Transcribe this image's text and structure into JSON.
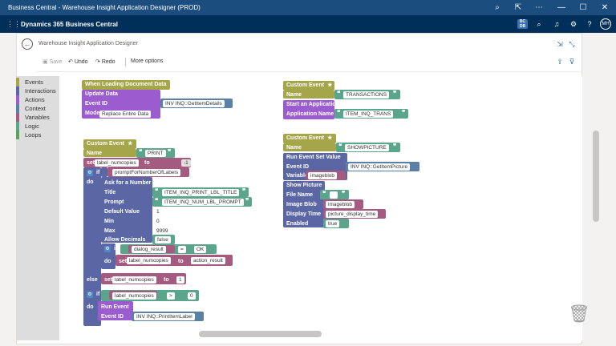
{
  "window": {
    "title": "Business Central - Warehouse Insight Application Designer (PROD)"
  },
  "app": {
    "name": "Dynamics 365 Business Central",
    "badge": "BC DB",
    "avatar": "MH"
  },
  "page": {
    "title": "Warehouse Insight Application Designer"
  },
  "commands": {
    "save": "Save",
    "undo": "Undo",
    "redo": "Redo",
    "more": "More options"
  },
  "toolbox": [
    {
      "label": "Events",
      "color": "#a5a54a"
    },
    {
      "label": "Interactions",
      "color": "#5b67a5"
    },
    {
      "label": "Actions",
      "color": "#9a5ccf"
    },
    {
      "label": "Context",
      "color": "#5b80a5"
    },
    {
      "label": "Variables",
      "color": "#a55b80"
    },
    {
      "label": "Logic",
      "color": "#5ba58c"
    },
    {
      "label": "Loops",
      "color": "#5ba55b"
    }
  ],
  "blocks": {
    "load": {
      "header": "When Loading Document Data",
      "update": "Update Data",
      "event_id_label": "Event ID",
      "event_id": "INV INQ::GetItemDetails",
      "mode_label": "Mode",
      "mode": "Replace Entire Data"
    },
    "trans": {
      "header": "Custom Event",
      "name_label": "Name",
      "name": "TRANSACTIONS",
      "start": "Start an Application",
      "app_label": "Application Name",
      "app": "ITEM_INQ_TRANS"
    },
    "pic": {
      "header": "Custom Event",
      "name_label": "Name",
      "name": "SHOWPICTURE",
      "run": "Run Event Set Value",
      "event_id_label": "Event ID",
      "event_id": "INV INQ::GetItemPicture",
      "var_label": "Variable",
      "var": "imageblob",
      "show": "Show Picture",
      "file_label": "File Name",
      "file": "",
      "blob_label": "Image Blob",
      "blob": "imageblob",
      "time_label": "Display Time",
      "time": "picture_display_time",
      "enabled_label": "Enabled",
      "enabled": "true"
    },
    "print": {
      "header": "Custom Event",
      "name_label": "Name",
      "name": "PRINT",
      "set": "set",
      "to": "to",
      "var1": "label_numcopies",
      "val1": "-1",
      "if": "if",
      "do": "do",
      "cond1": "promptForNumberOfLabels",
      "ask": "Ask for a Number",
      "title_label": "Title",
      "title": "ITEM_INQ_PRINT_LBL_TITLE",
      "prompt_label": "Prompt",
      "prompt": "ITEM_INQ_NUM_LBL_PROMPT",
      "default_label": "Default Value",
      "default": "1",
      "min_label": "Min",
      "min": "0",
      "max_label": "Max",
      "max": "9999",
      "dec_label": "Allow Decimals",
      "dec": "false",
      "cond2a": "dialog_result",
      "op_eq": "=",
      "cond2b": "OK",
      "var2": "label_numcopies",
      "val2": "action_result",
      "else": "else",
      "var3": "label_numcopies",
      "val3": "1",
      "cond3": "label_numcopies",
      "op_gt": ">",
      "cond3b": "0",
      "run": "Run Event",
      "event_id_label": "Event ID",
      "event_id": "INV INQ::PrintItemLabel"
    }
  }
}
